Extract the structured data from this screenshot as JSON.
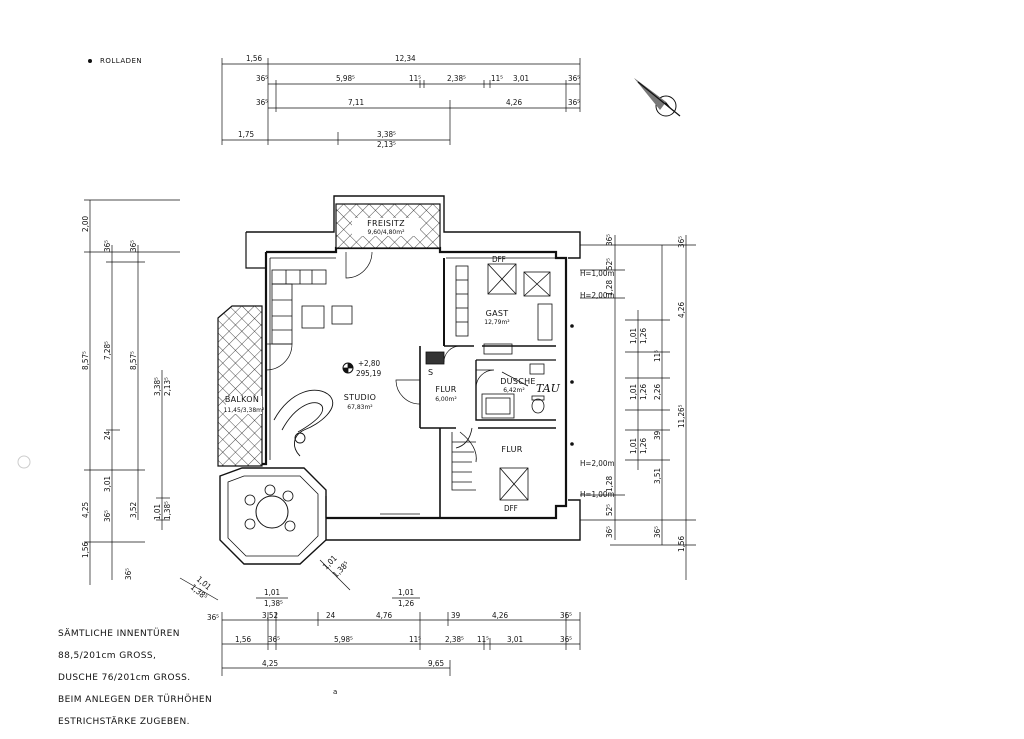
{
  "legend": {
    "label": "ROLLADEN"
  },
  "north": {
    "icon": "north-arrow-icon"
  },
  "note": {
    "lines": [
      "SÄMTLICHE INNENTÜREN",
      "88,5/201cm GROSS,",
      "DUSCHE 76/201cm GROSS.",
      "BEIM ANLEGEN DER TÜRHÖHEN",
      "ESTRICHSTÄRKE ZUGEBEN."
    ]
  },
  "page_number": "a",
  "rooms": {
    "freisitz": {
      "name": "FREISITZ",
      "area": "9,60/4,80m²"
    },
    "studio": {
      "name": "STUDIO",
      "area": "67,83m²"
    },
    "balkon": {
      "name": "BALKON",
      "area": "11,45/3,38m²"
    },
    "gast": {
      "name": "GAST",
      "area": "12,79m²"
    },
    "dusche": {
      "name": "DUSCHE",
      "area": "6,42m²",
      "handwritten": "TAU"
    },
    "flur1": {
      "name": "FLUR",
      "area": "6,00m²"
    },
    "flur2": {
      "name": "FLUR",
      "area": ""
    },
    "s_label": "S"
  },
  "level": {
    "marker": "+2,80",
    "value": "295,19"
  },
  "labels": {
    "dff_top": "DFF",
    "dff_bottom": "DFF",
    "h_1_00_top": "H=1,00m",
    "h_2_00_top": "H=2,00m",
    "h_2_00_bottom": "H=2,00m",
    "h_1_00_bottom": "H=1,00m"
  },
  "dimensions": {
    "top": {
      "row1": [
        "1,56",
        "12,34"
      ],
      "row2": [
        "36⁵",
        "5,98⁵",
        "11⁵",
        "2,38⁵",
        "11⁵",
        "3,01",
        "36⁵"
      ],
      "row3": [
        "36⁵",
        "7,11",
        "4,26",
        "36⁵"
      ],
      "row4": [
        "1,75",
        "3,38⁵",
        "2,13⁵"
      ]
    },
    "bottom": {
      "row1": [
        "1,01",
        "1,38⁵",
        "1,01",
        "1,26"
      ],
      "row2": [
        "36⁵",
        "3,52",
        "24",
        "4,76",
        "39",
        "4,26",
        "36⁵"
      ],
      "row3": [
        "1,56",
        "36⁵",
        "5,98⁵",
        "11⁵",
        "2,38⁵",
        "11⁵",
        "3,01",
        "36⁵"
      ],
      "row4": [
        "4,25",
        "9,65"
      ],
      "diag": [
        "1,01",
        "1,38⁵",
        "1,01",
        "1,38⁵"
      ]
    },
    "left": {
      "col1": [
        "2,00",
        "8,57⁵",
        "4,25",
        "1,56"
      ],
      "col2": [
        "36⁵",
        "7,28⁵",
        "24",
        "3,01",
        "36⁵",
        "36⁵"
      ],
      "col3": [
        "36⁵",
        "8,57⁵",
        "3,52"
      ],
      "col4": [
        "3,38⁵",
        "2,13⁵",
        "1,01",
        "1,38⁵"
      ]
    },
    "right": {
      "col1": [
        "1,01",
        "1,26",
        "1,01",
        "1,26",
        "1,01",
        "1,26"
      ],
      "col2": [
        "36⁵",
        "52⁵",
        "1,28",
        "11⁵",
        "2,26",
        "39",
        "3,51",
        "1,28",
        "52⁵",
        "36⁵"
      ],
      "col3": [
        "36⁵",
        "4,26",
        "11,26⁵",
        "36⁵",
        "1,56"
      ]
    }
  }
}
